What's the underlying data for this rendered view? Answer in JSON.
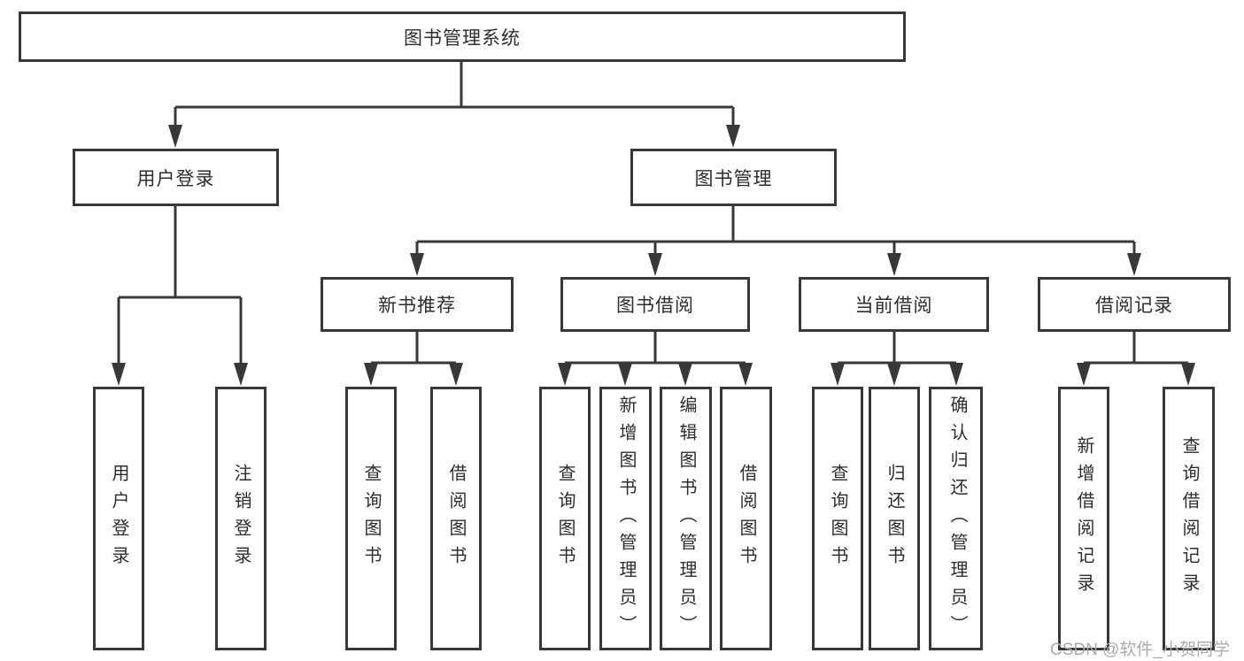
{
  "diagram_title": "图书管理系统",
  "tree": {
    "label": "图书管理系统",
    "children": [
      {
        "label": "用户登录",
        "children": [
          {
            "label": "用户登录"
          },
          {
            "label": "注销登录"
          }
        ]
      },
      {
        "label": "图书管理",
        "children": [
          {
            "label": "新书推荐",
            "children": [
              {
                "label": "查询图书"
              },
              {
                "label": "借阅图书"
              }
            ]
          },
          {
            "label": "图书借阅",
            "children": [
              {
                "label": "查询图书"
              },
              {
                "label": "新增图书（管理员）"
              },
              {
                "label": "编辑图书（管理员）"
              },
              {
                "label": "借阅图书"
              }
            ]
          },
          {
            "label": "当前借阅",
            "children": [
              {
                "label": "查询图书"
              },
              {
                "label": "归还图书"
              },
              {
                "label": "确认归还（管理员）"
              }
            ]
          },
          {
            "label": "借阅记录",
            "children": [
              {
                "label": "新增借阅记录"
              },
              {
                "label": "查询借阅记录"
              }
            ]
          }
        ]
      }
    ]
  },
  "watermark": {
    "text": "CSDN @软件_小贺同学",
    "color": "#ababab"
  },
  "colors": {
    "line": "#383838",
    "box_border": "#383838",
    "box_background": "#ffffff",
    "text": "#2d2d2d",
    "page_background": "#ffffff"
  }
}
